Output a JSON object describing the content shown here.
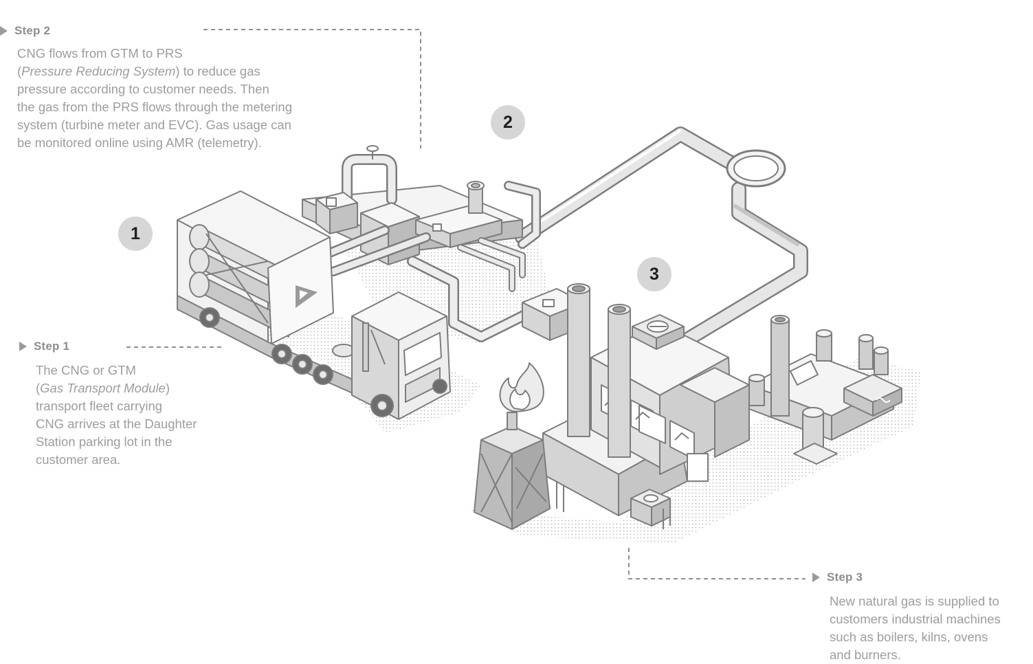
{
  "steps": {
    "step1": {
      "title": "Step 1",
      "line1": "The CNG or GTM",
      "line2_open": "(",
      "line2_italic": "Gas Transport Module",
      "line2_close": ")",
      "line3": "transport fleet carrying",
      "line4": "CNG arrives at the Daughter",
      "line5": "Station  parking lot in the",
      "line6": "customer area."
    },
    "step2": {
      "title": "Step 2",
      "line1": "CNG flows from GTM to PRS",
      "line2_open": "(",
      "line2_italic": "Pressure Reducing System",
      "line2_close": ") to reduce gas",
      "line3": "pressure according to customer needs. Then",
      "line4": "the gas from the PRS flows through the metering",
      "line5": "system (turbine meter and EVC). Gas usage can",
      "line6": "be monitored online using AMR (telemetry)."
    },
    "step3": {
      "title": "Step 3",
      "line1": "New natural gas is supplied to",
      "line2": "customers industrial machines",
      "line3": "such  as boilers, kilns, ovens",
      "line4": "and burners."
    }
  },
  "badges": {
    "one": "1",
    "two": "2",
    "three": "3"
  },
  "icons": {
    "step_marker": "triangle-right-icon",
    "truck_logo": "play-logo-icon",
    "flame": "flame-icon",
    "fan": "fan-icon",
    "wave": "wave-icon"
  },
  "colors": {
    "outline": "#7c7c7c",
    "light_fill": "#f4f4f4",
    "mid_fill": "#d9d9d9",
    "dark_fill": "#b4b4b4",
    "text": "#9d9d9d",
    "badge": "#d6d6d6"
  }
}
